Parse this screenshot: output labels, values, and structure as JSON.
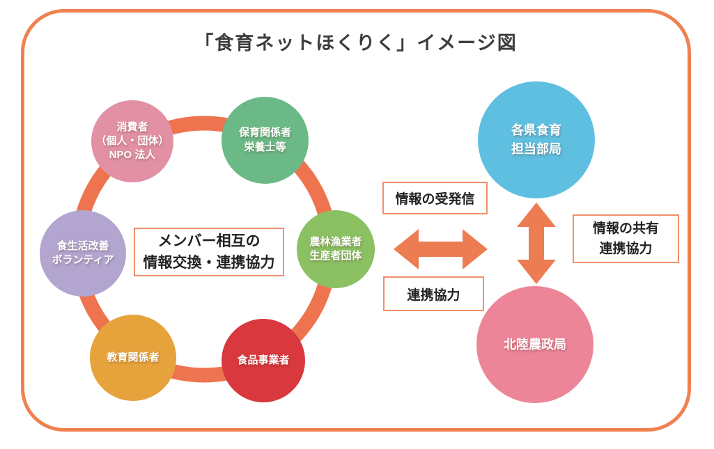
{
  "title": "「食育ネットほくりく」イメージ図",
  "colors": {
    "outer_border": "#f08050",
    "ring": "#ee7450",
    "arrow": "#ec7d52",
    "label_box_border": "#f0906a",
    "title_text": "#3d3d3d",
    "circle_text": "#ffffff"
  },
  "network": {
    "center_box": {
      "lines": [
        "メンバー相互の",
        "情報交換・連携協力"
      ]
    },
    "members": [
      {
        "name": "consumers",
        "lines": [
          "消費者",
          "（個人・団体）",
          "NPO 法人"
        ],
        "color": "#e291a5"
      },
      {
        "name": "childcare-workers",
        "lines": [
          "保育関係者",
          "栄養士等",
          ""
        ],
        "color": "#6bb987"
      },
      {
        "name": "dietary-improvement-volunteers",
        "lines": [
          "食生活改善",
          "ボランティア",
          ""
        ],
        "color": "#b2a5cf"
      },
      {
        "name": "agriculture-forestry-fisheries",
        "lines": [
          "農林漁業者",
          "生産者団体",
          ""
        ],
        "color": "#8bc063"
      },
      {
        "name": "education-workers",
        "lines": [
          "教育関係者",
          "",
          ""
        ],
        "color": "#e6a33c"
      },
      {
        "name": "food-businesses",
        "lines": [
          "食品事業者",
          "",
          ""
        ],
        "color": "#d8383e"
      }
    ]
  },
  "links": {
    "send_receive_label": "情報の受発信",
    "cooperation_label": "連携協力",
    "share_label": {
      "lines": [
        "情報の共有",
        "連携協力"
      ]
    }
  },
  "agencies": {
    "prefecture": {
      "lines": [
        "各県食育",
        "担当部局"
      ],
      "color": "#5fbfe0"
    },
    "hokuriku": {
      "lines": [
        "北陸農政局",
        ""
      ],
      "color": "#ec8598"
    }
  }
}
